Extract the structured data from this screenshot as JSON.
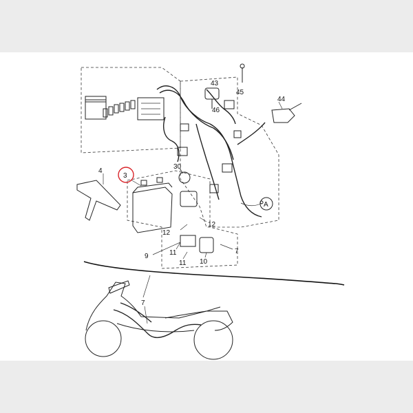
{
  "callouts": [
    {
      "id": "c43",
      "text": "43"
    },
    {
      "id": "c45",
      "text": "45"
    },
    {
      "id": "c46",
      "text": "46"
    },
    {
      "id": "c44",
      "text": "44"
    },
    {
      "id": "c4",
      "text": "4"
    },
    {
      "id": "c3",
      "text": "3"
    },
    {
      "id": "c30",
      "text": "30"
    },
    {
      "id": "c12a",
      "text": "12"
    },
    {
      "id": "c12b",
      "text": "12"
    },
    {
      "id": "c9",
      "text": "9"
    },
    {
      "id": "c11a",
      "text": "11"
    },
    {
      "id": "c11b",
      "text": "11"
    },
    {
      "id": "c10",
      "text": "10"
    },
    {
      "id": "c7a",
      "text": "7"
    },
    {
      "id": "c7b",
      "text": "7"
    },
    {
      "id": "cA",
      "text": "A"
    }
  ],
  "highlight": {
    "label": "3",
    "color": "#d9252a"
  },
  "colors": {
    "line": "#222222",
    "page": "#ffffff",
    "border": "#ececec"
  }
}
